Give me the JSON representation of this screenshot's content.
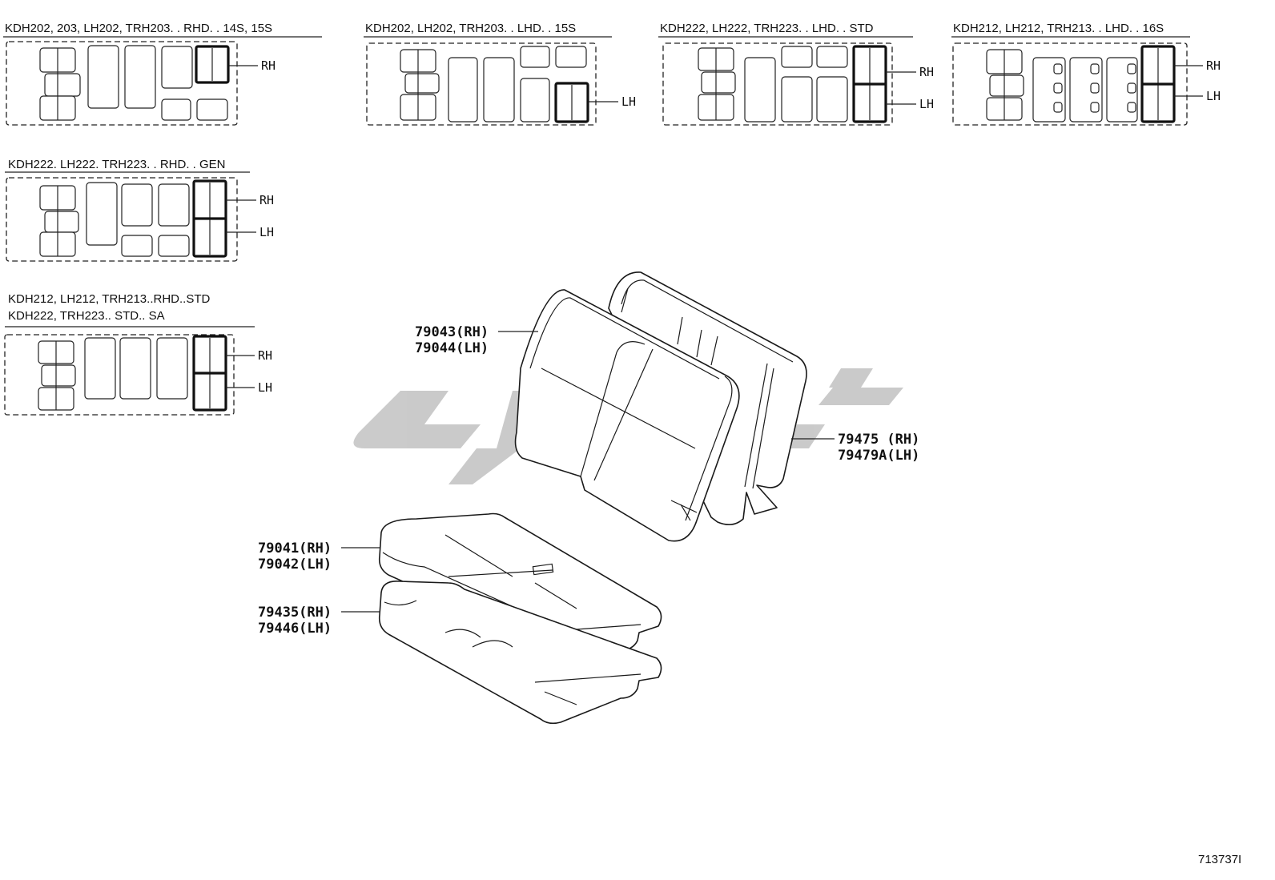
{
  "layout_boxes": [
    {
      "title": "KDH202, 203, LH202, TRH203. . RHD. . 14S, 15S",
      "labels": [
        "RH"
      ]
    },
    {
      "title": "KDH202, LH202, TRH203. . LHD. . 15S",
      "labels": [
        "LH"
      ]
    },
    {
      "title": "KDH222, LH222, TRH223. . LHD. . STD",
      "labels": [
        "RH",
        "LH"
      ]
    },
    {
      "title": "KDH212, LH212, TRH213. . LHD. . 16S",
      "labels": [
        "RH",
        "LH"
      ]
    },
    {
      "title": "KDH222. LH222. TRH223. . RHD. . GEN",
      "labels": [
        "RH",
        "LH"
      ]
    },
    {
      "title": "KDH212, LH212, TRH213..RHD..STD",
      "title2": "KDH222, TRH223.. STD.. SA",
      "labels": [
        "RH",
        "LH"
      ]
    }
  ],
  "parts": [
    {
      "line1": "79043(RH)",
      "line2": "79044(LH)"
    },
    {
      "line1": "79475 (RH)",
      "line2": "79479A(LH)"
    },
    {
      "line1": "79041(RH)",
      "line2": "79042(LH)"
    },
    {
      "line1": "79435(RH)",
      "line2": "79446(LH)"
    }
  ],
  "diagram_id": "713737I",
  "colors": {
    "line": "#1a1a1a",
    "watermark": "#c8c8c8"
  }
}
